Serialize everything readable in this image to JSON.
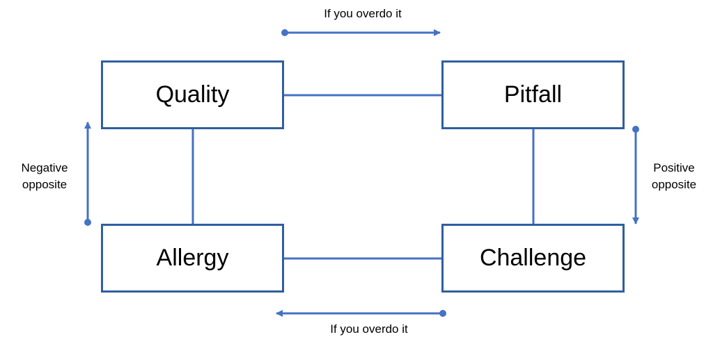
{
  "colors": {
    "box_border": "#2F5F9E",
    "connector": "#4472C4",
    "arrow": "#4472C4",
    "text": "#000000",
    "background": "#FFFFFF"
  },
  "boxes": {
    "quality": "Quality",
    "pitfall": "Pitfall",
    "allergy": "Allergy",
    "challenge": "Challenge"
  },
  "arrows": {
    "top": {
      "label": "If you overdo it",
      "direction": "right"
    },
    "bottom": {
      "label": "If you overdo it",
      "direction": "left"
    },
    "left": {
      "label_line1": "Negative",
      "label_line2": "opposite",
      "direction": "up"
    },
    "right": {
      "label_line1": "Positive",
      "label_line2": "opposite",
      "direction": "down"
    }
  }
}
